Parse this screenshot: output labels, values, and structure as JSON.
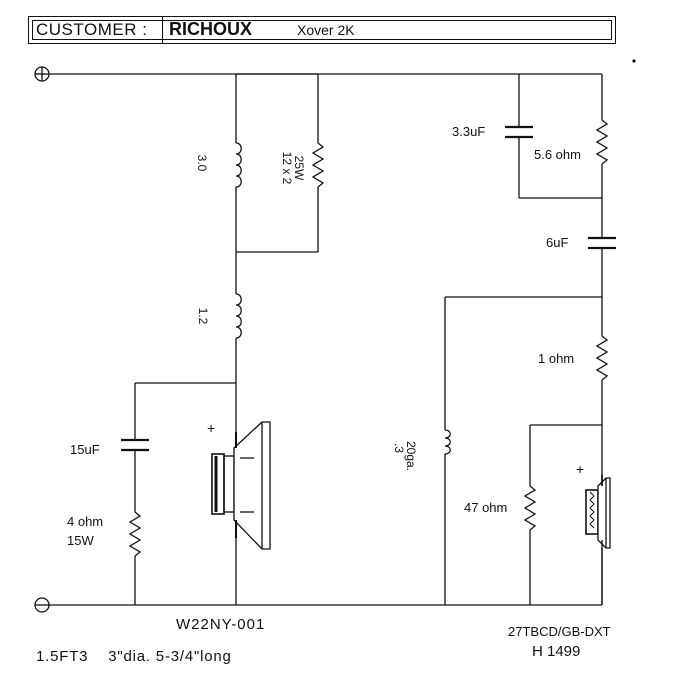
{
  "header": {
    "label": "CUSTOMER :",
    "customer": "RICHOUX",
    "project": "Xover 2K"
  },
  "components": {
    "inductor_series": "3.0",
    "resistor_parallel": "12 x 2\n25W",
    "inductor_2": "1.2",
    "cap_woofer": "15uF",
    "res_woofer": "4 ohm\n15W",
    "cap_tw1": "3.3uF",
    "res_tw1": "5.6 ohm",
    "cap_tw2": "6uF",
    "res_tw2": "1 ohm",
    "inductor_tw": ".3\n20ga.",
    "res_tw3": "47 ohm"
  },
  "polarity": {
    "pos": "+",
    "neg": "−",
    "driver_plus": "+"
  },
  "footer": {
    "woofer_model": "W22NY-001",
    "box_spec": "1.5FT3    3\"dia. 5-3/4\"long",
    "tweeter_model": "27TBCD/GB-DXT",
    "code": "H 1499"
  }
}
